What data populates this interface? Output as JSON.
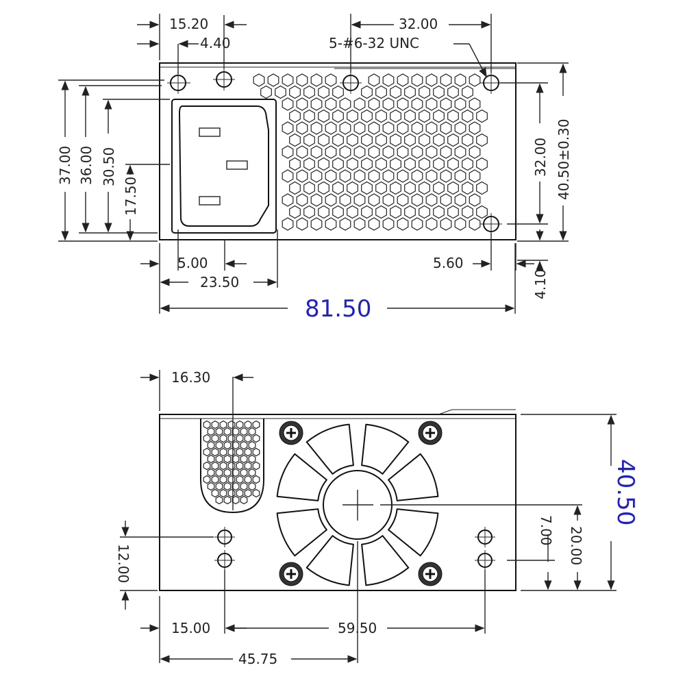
{
  "top_view": {
    "dim_15_20": "15.20",
    "dim_4_40": "4.40",
    "dim_32_00_top": "32.00",
    "thread_note": "5-#6-32 UNC",
    "dim_37_00": "37.00",
    "dim_36_00": "36.00",
    "dim_30_50": "30.50",
    "dim_17_50": "17.50",
    "dim_32_00_right": "32.00",
    "dim_40_50_tol": "40.50±0.30",
    "dim_5_00": "5.00",
    "dim_23_50": "23.50",
    "dim_5_60": "5.60",
    "dim_4_10": "4.10",
    "dim_81_50": "81.50"
  },
  "bottom_view": {
    "dim_16_30": "16.30",
    "dim_40_50": "40.50",
    "dim_7_00": "7.00",
    "dim_20_00": "20.00",
    "dim_12_00": "12.00",
    "dim_15_00": "15.00",
    "dim_59_50": "59.50",
    "dim_45_75": "45.75"
  },
  "colors": {
    "line": "#222222",
    "highlight_dimension": "#2020c8"
  }
}
